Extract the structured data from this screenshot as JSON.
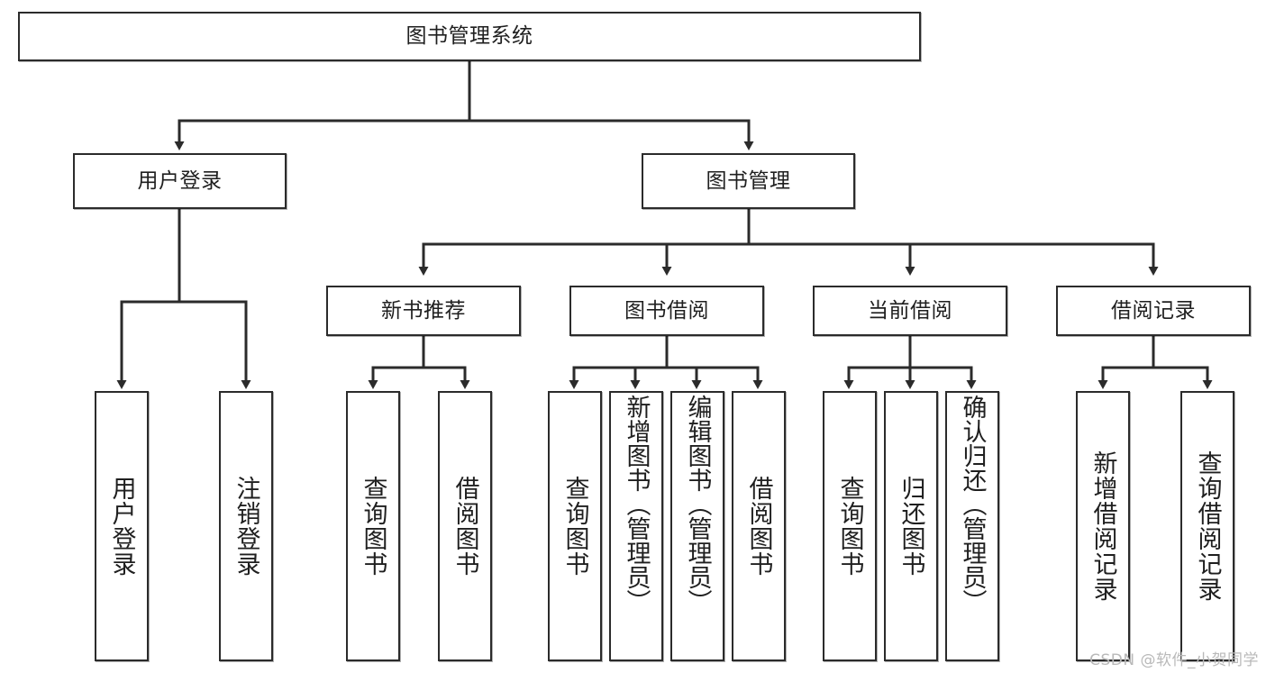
{
  "diagram": {
    "title": "图书管理系统",
    "watermark": "CSDN @软件_小贺同学",
    "colors": {
      "stroke": "#2b2b2b",
      "fill": "#ffffff",
      "text": "#1f1f1f",
      "watermark": "#b9b9b9"
    },
    "levels": {
      "root": {
        "label": "图书管理系统"
      },
      "level2": [
        {
          "label": "用户登录"
        },
        {
          "label": "图书管理"
        }
      ],
      "level3": [
        {
          "label": "新书推荐"
        },
        {
          "label": "图书借阅"
        },
        {
          "label": "当前借阅"
        },
        {
          "label": "借阅记录"
        }
      ],
      "leaves": {
        "user_login": [
          {
            "label": "用户登录"
          },
          {
            "label": "注销登录"
          }
        ],
        "new_book": [
          {
            "label": "查询图书"
          },
          {
            "label": "借阅图书"
          }
        ],
        "book_borrow": [
          {
            "label": "查询图书"
          },
          {
            "label": "新增图书（管理员）"
          },
          {
            "label": "编辑图书（管理员）"
          },
          {
            "label": "借阅图书"
          }
        ],
        "current_borrow": [
          {
            "label": "查询图书"
          },
          {
            "label": "归还图书"
          },
          {
            "label": "确认归还（管理员）"
          }
        ],
        "borrow_record": [
          {
            "label": "新增借阅记录"
          },
          {
            "label": "查询借阅记录"
          }
        ]
      }
    }
  }
}
